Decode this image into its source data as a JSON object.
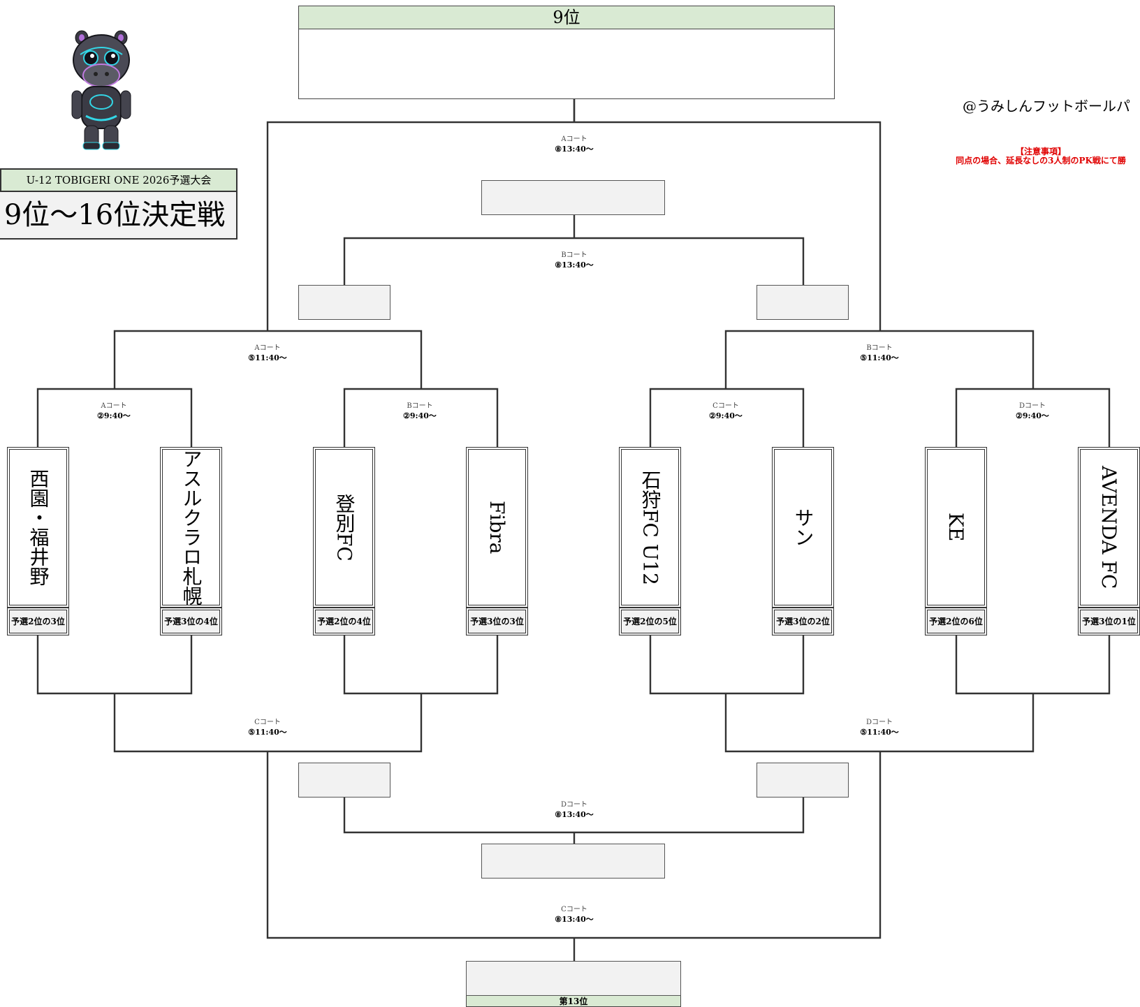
{
  "top_label": "9位",
  "bottom_label": "第13位",
  "title": {
    "subtitle": "U-12 TOBIGERI ONE 2026予選大会",
    "main": "9位〜16位決定戦"
  },
  "credit": "@うみしんフットボールパ",
  "notice": {
    "heading": "【注意事項】",
    "text": "同点の場合、延長なしの3人制のPK戦にて勝"
  },
  "teams": [
    {
      "name": "西園・福井野",
      "seed": "予選2位の3位"
    },
    {
      "name": "アスルクラロ札幌",
      "seed": "予選3位の4位"
    },
    {
      "name": "登別FC",
      "seed": "予選2位の4位"
    },
    {
      "name": "Fibra",
      "seed": "予選3位の3位"
    },
    {
      "name": "石狩FC U12",
      "seed": "予選2位の5位"
    },
    {
      "name": "サン",
      "seed": "予選3位の2位"
    },
    {
      "name": "KE",
      "seed": "予選2位の6位"
    },
    {
      "name": "AVENDA FC",
      "seed": "予選3位の1位"
    }
  ],
  "matches": {
    "r1": [
      {
        "court": "Aコート",
        "time": "②9:40〜"
      },
      {
        "court": "Bコート",
        "time": "②9:40〜"
      },
      {
        "court": "Cコート",
        "time": "②9:40〜"
      },
      {
        "court": "Dコート",
        "time": "②9:40〜"
      }
    ],
    "semi_upper_left": {
      "court": "Aコート",
      "time": "⑤11:40〜"
    },
    "semi_upper_right": {
      "court": "Bコート",
      "time": "⑤11:40〜"
    },
    "semi_lower_left": {
      "court": "Cコート",
      "time": "⑤11:40〜"
    },
    "semi_lower_right": {
      "court": "Dコート",
      "time": "⑤11:40〜"
    },
    "final_9th": {
      "court": "Aコート",
      "time": "⑧13:40〜"
    },
    "final_11th": {
      "court": "Bコート",
      "time": "⑧13:40〜"
    },
    "final_15th": {
      "court": "Dコート",
      "time": "⑧13:40〜"
    },
    "final_13th": {
      "court": "Cコート",
      "time": "⑧13:40〜"
    }
  },
  "colors": {
    "header_green": "#d9ead3",
    "slot_gray": "#f2f2f2",
    "notice_red": "#e00000"
  },
  "icons": {
    "mascot": "robot-hippo-mascot"
  }
}
